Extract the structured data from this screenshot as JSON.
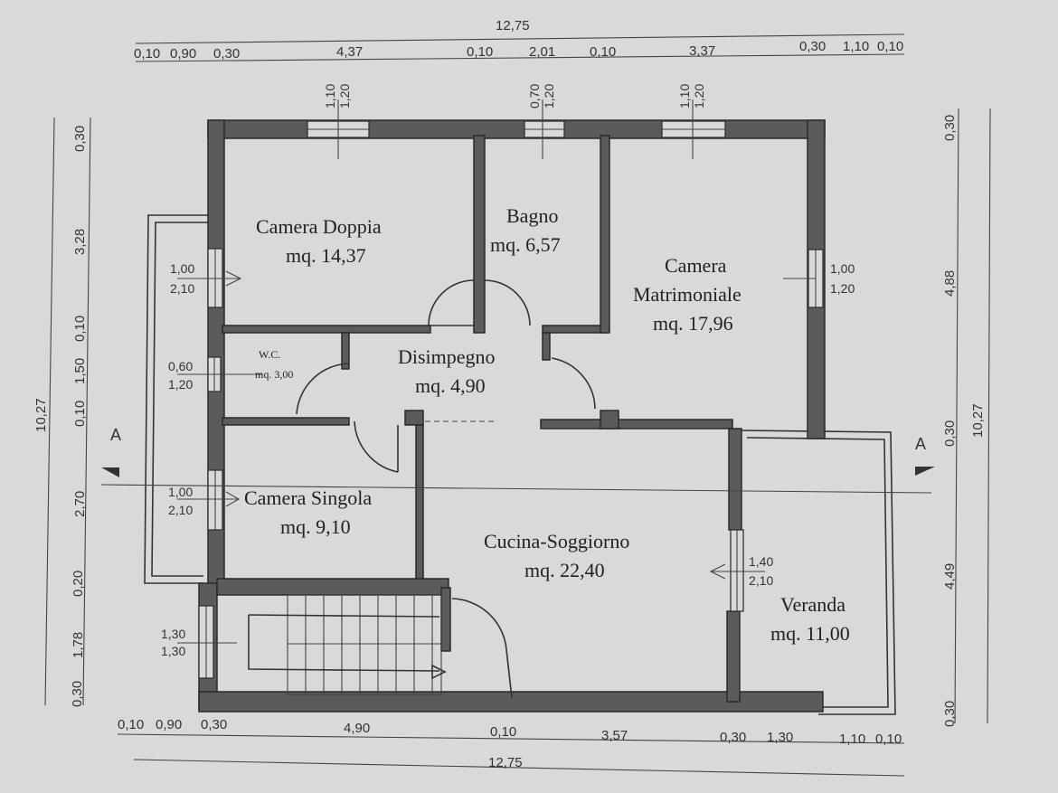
{
  "dimensions": {
    "top_total": "12,75",
    "top": [
      "0,10",
      "0,90",
      "0,30",
      "4,37",
      "0,10",
      "2,01",
      "0,10",
      "3,37",
      "0,30",
      "1,10",
      "0,10"
    ],
    "bottom_total": "12,75",
    "bottom": [
      "0,10",
      "0,90",
      "0,30",
      "4,90",
      "0,10",
      "3,57",
      "0,30",
      "1,30",
      "1,10",
      "0,10"
    ],
    "left_total": "10,27",
    "left": [
      "0,30",
      "3,28",
      "0,10",
      "1,50",
      "0,10",
      "2,70",
      "0,20",
      "1,78",
      "0,30"
    ],
    "right_total": "10,27",
    "right": [
      "0,30",
      "4,88",
      "0,30",
      "4,49",
      "0,30"
    ]
  },
  "rooms": {
    "camera_doppia": {
      "name": "Camera Doppia",
      "area": "mq. 14,37"
    },
    "bagno": {
      "name": "Bagno",
      "area": "mq. 6,57"
    },
    "camera_matrimoniale": {
      "name1": "Camera",
      "name2": "Matrimoniale",
      "area": "mq. 17,96"
    },
    "wc": {
      "name": "W.C.",
      "area": "mq. 3,00"
    },
    "disimpegno": {
      "name": "Disimpegno",
      "area": "mq. 4,90"
    },
    "camera_singola": {
      "name": "Camera Singola",
      "area": "mq. 9,10"
    },
    "cucina_soggiorno": {
      "name": "Cucina-Soggiorno",
      "area": "mq. 22,40"
    },
    "veranda": {
      "name": "Veranda",
      "area": "mq. 11,00"
    }
  },
  "openings": {
    "top_window_1": {
      "w": "1,10",
      "h": "1,20"
    },
    "top_window_2": {
      "w": "0,70",
      "h": "1,20"
    },
    "top_window_3": {
      "w": "1,10",
      "h": "1,20"
    },
    "camera_doppia_window": {
      "w": "1,00",
      "h": "2,10"
    },
    "camera_matrimoniale_window": {
      "w": "1,00",
      "h": "1,20"
    },
    "wc_window": {
      "w": "0,60",
      "h": "1,20"
    },
    "camera_singola_window": {
      "w": "1,00",
      "h": "2,10"
    },
    "cucina_door": {
      "w": "1,40",
      "h": "2,10"
    },
    "stair_opening": {
      "w": "1,30",
      "h": "1,30"
    }
  },
  "section_marker": "A"
}
